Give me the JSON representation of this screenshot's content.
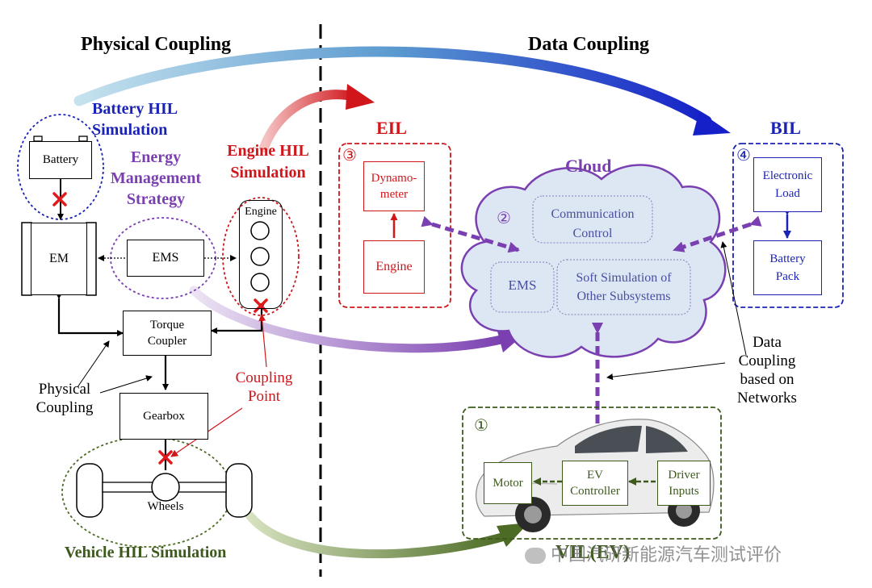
{
  "headings": {
    "physical": "Physical Coupling",
    "data": "Data Coupling"
  },
  "labels": {
    "battery_hil_1": "Battery HIL",
    "battery_hil_2": "Simulation",
    "ems_strategy_1": "Energy",
    "ems_strategy_2": "Management",
    "ems_strategy_3": "Strategy",
    "engine_hil_1": "Engine HIL",
    "engine_hil_2": "Simulation",
    "vehicle_hil": "Vehicle HIL Simulation",
    "physical_coupling_1": "Physical",
    "physical_coupling_2": "Coupling",
    "coupling_point_1": "Coupling",
    "coupling_point_2": "Point",
    "data_coupling_net_1": "Data",
    "data_coupling_net_2": "Coupling",
    "data_coupling_net_3": "based on",
    "data_coupling_net_4": "Networks",
    "eil": "EIL",
    "bil": "BIL",
    "cloud": "Cloud",
    "vil": "VIL(EV)"
  },
  "boxes": {
    "battery": "Battery",
    "em": "EM",
    "ems": "EMS",
    "engine": "Engine",
    "torque_1": "Torque",
    "torque_2": "Coupler",
    "gearbox": "Gearbox",
    "wheels": "Wheels",
    "dyn_1": "Dynamo-",
    "dyn_2": "meter",
    "eil_engine": "Engine",
    "comm_1": "Communication",
    "comm_2": "Control",
    "cloud_ems": "EMS",
    "soft_1": "Soft Simulation of",
    "soft_2": "Other Subsystems",
    "elec_1": "Electronic",
    "elec_2": "Load",
    "pack_1": "Battery",
    "pack_2": "Pack",
    "motor": "Motor",
    "evc_1": "EV",
    "evc_2": "Controller",
    "driver_1": "Driver",
    "driver_2": "Inputs"
  },
  "numbers": {
    "n1": "①",
    "n2": "②",
    "n3": "③",
    "n4": "④"
  },
  "watermark": "中国汽研新能源汽车测试评价",
  "colors": {
    "red": "#d0161b",
    "blue": "#1a23b5",
    "purple": "#7a3fb0",
    "green": "#3d5a1c",
    "cloud_fill": "#dce7f3"
  }
}
